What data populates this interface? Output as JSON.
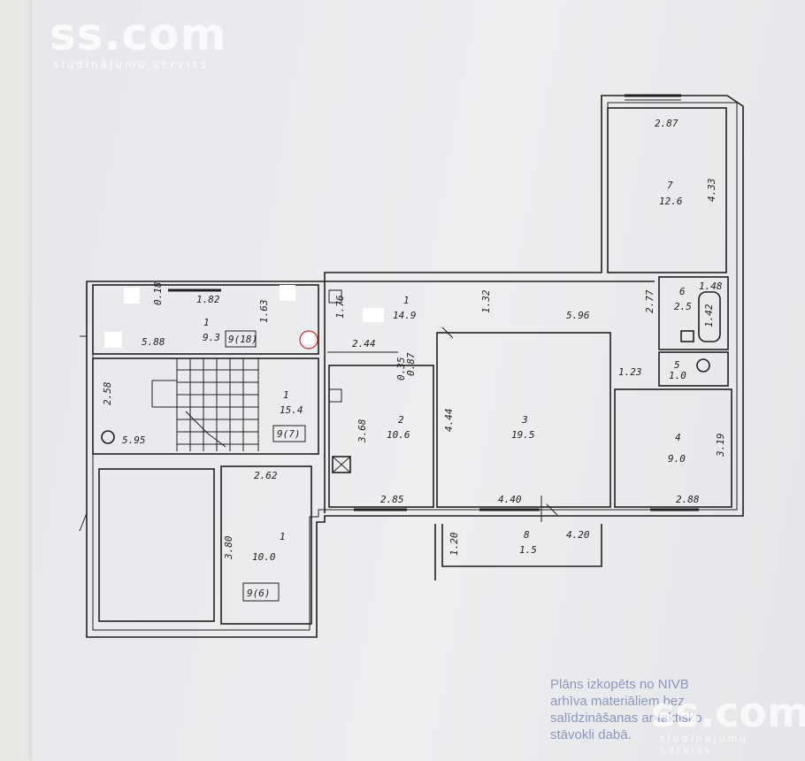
{
  "watermark": {
    "logo": "ss.com",
    "tagline": "sludinājumu serviss"
  },
  "note_lines": [
    "Plāns izkopēts no NIVB",
    "arhīva materiāliem bez",
    "salīdzināšanas ar faktisko",
    "stāvokli dabā."
  ],
  "rooms": {
    "r1_top": {
      "num": "1",
      "area": "14.9"
    },
    "r1_left": {
      "num": "1",
      "area": "9.3",
      "note": "9(18)"
    },
    "r1_stairs": {
      "num": "1",
      "area": "15.4",
      "note": "9(7)"
    },
    "r1_bottom": {
      "num": "1",
      "area": "10.0",
      "note": "9(6)"
    },
    "r2": {
      "num": "2",
      "area": "10.6"
    },
    "r3": {
      "num": "3",
      "area": "19.5"
    },
    "r4": {
      "num": "4",
      "area": "9.0"
    },
    "r5": {
      "num": "5",
      "area": "1.0"
    },
    "r6": {
      "num": "6",
      "area": "2.5"
    },
    "r7": {
      "num": "7",
      "area": "12.6"
    },
    "r8": {
      "num": "8",
      "area": "1.5"
    }
  },
  "dims": {
    "d_287": "2.87",
    "d_433": "4.33",
    "d_277": "2.77",
    "d_148": "1.48",
    "d_142": "1.42",
    "d_132": "1.32",
    "d_596": "5.96",
    "d_176": "1.76",
    "d_244": "2.44",
    "d_035": "0.35",
    "d_087": "0.87",
    "d_018": "0.18",
    "d_182": "1.82",
    "d_163": "1.63",
    "d_588": "5.88",
    "d_258": "2.58",
    "d_595": "5.95",
    "d_262": "2.62",
    "d_368": "3.68",
    "d_285": "2.85",
    "d_444": "4.44",
    "d_440": "4.40",
    "d_123": "1.23",
    "d_319": "3.19",
    "d_288": "2.88",
    "d_380": "3.80",
    "d_120": "1.20",
    "d_420": "4.20"
  }
}
